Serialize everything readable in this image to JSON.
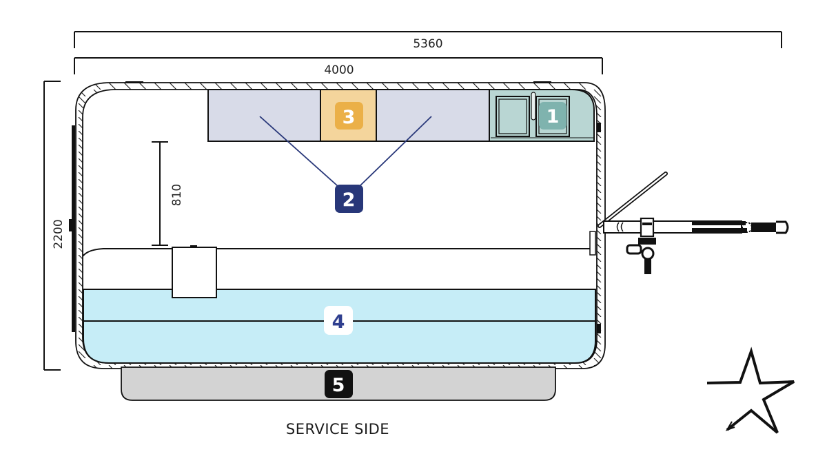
{
  "diagram": {
    "type": "floor-plan",
    "subject": "trailer layout (top view)",
    "dimensions": {
      "overall_length": "5360",
      "body_length": "4000",
      "body_width": "2200",
      "aisle_clearance": "810"
    },
    "caption": "SERVICE SIDE",
    "zones": [
      {
        "id": "1",
        "label": "1",
        "description": "sink unit",
        "fill": "#b9d6d3",
        "badge_color": "#7fb3ae",
        "text_color": "#ffffff"
      },
      {
        "id": "2",
        "label": "2",
        "description": "counter sections (two, joined by leader lines)",
        "fill": "#d8dbe8",
        "badge_color": "#283779",
        "text_color": "#ffffff"
      },
      {
        "id": "3",
        "label": "3",
        "description": "center counter module",
        "fill": "#f4d59c",
        "badge_color": "#ebb048",
        "text_color": "#ffffff"
      },
      {
        "id": "4",
        "label": "4",
        "description": "service-side counter",
        "fill": "#c6edf7",
        "badge_color": "#ffffff",
        "text_color": "#2f3f8f"
      },
      {
        "id": "5",
        "label": "5",
        "description": "exterior service shelf",
        "fill": "#d3d3d3",
        "badge_color": "#111111",
        "text_color": "#ffffff"
      }
    ],
    "colors": {
      "leader_line": "#283779",
      "outline": "#111111"
    },
    "icons": {
      "compass": "star-icon",
      "hitch": "tow-hitch-icon"
    }
  }
}
